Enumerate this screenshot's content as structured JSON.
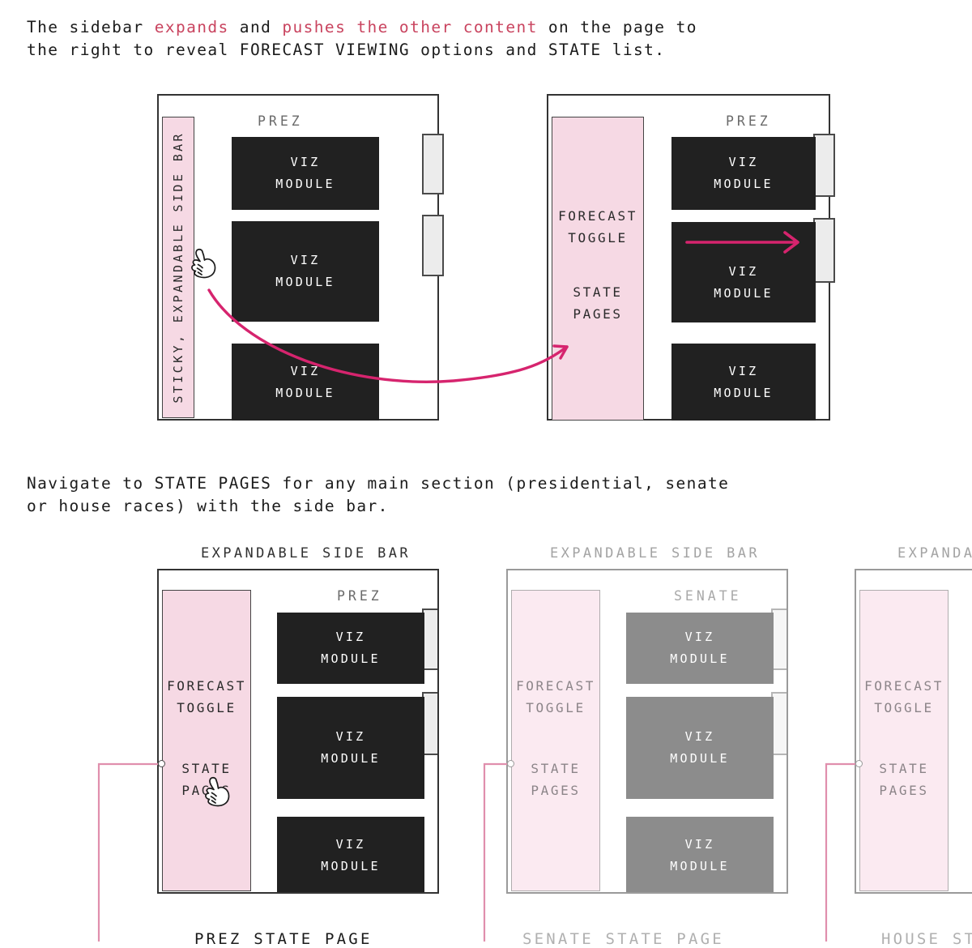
{
  "colors": {
    "accent_pink": "#c9445f",
    "arrow_pink": "#d6246e",
    "connector_pink": "#e08fad",
    "sidebar_pink": "#f6d9e4",
    "sidebar_pink_faded": "#fbeaf1",
    "module_dark": "#212121",
    "module_faded": "#8c8c8c",
    "tab_gray": "#ececec",
    "border_dark": "#333333",
    "border_faded": "#9a9a9a",
    "title_gray": "#6a6a6a"
  },
  "paragraphs": {
    "first": {
      "line1_a": "The sidebar ",
      "line1_hl1": "expands",
      "line1_b": " and ",
      "line1_hl2": "pushes the other content",
      "line1_c": " on the page to",
      "line2": "the right to reveal FORECAST VIEWING options and STATE list."
    },
    "second": {
      "line1": "Navigate to STATE PAGES for any main section (presidential, senate",
      "line2": "or house races) with the side bar."
    }
  },
  "top_row": {
    "panel_collapsed": {
      "sidebar_vertical_label": "STICKY, EXPANDABLE SIDE BAR",
      "section_title": "PREZ",
      "modules": [
        "VIZ\nMODULE",
        "VIZ\nMODULE",
        "VIZ\nMODULE"
      ],
      "tabs_count": 2,
      "cursor": "pointing-hand"
    },
    "panel_expanded": {
      "sidebar_labels": [
        "FORECAST\nTOGGLE",
        "STATE\nPAGES"
      ],
      "section_title": "PREZ",
      "modules": [
        "VIZ\nMODULE",
        "VIZ\nMODULE",
        "VIZ\nMODULE"
      ],
      "tabs_count": 2,
      "arrow": "right-arrow"
    }
  },
  "bottom_row": {
    "panels": [
      {
        "caption": "EXPANDABLE SIDE BAR",
        "section_title": "PREZ",
        "sidebar_labels": [
          "FORECAST\nTOGGLE",
          "STATE\nPAGES"
        ],
        "modules": [
          "VIZ\nMODULE",
          "VIZ\nMODULE",
          "VIZ\nMODULE"
        ],
        "bottom_caption": "PREZ STATE PAGE",
        "faded": false,
        "cursor": "pointing-hand"
      },
      {
        "caption": "EXPANDABLE SIDE BAR",
        "section_title": "SENATE",
        "sidebar_labels": [
          "FORECAST\nTOGGLE",
          "STATE\nPAGES"
        ],
        "modules": [
          "VIZ\nMODULE",
          "VIZ\nMODULE",
          "VIZ\nMODULE"
        ],
        "bottom_caption": "SENATE STATE PAGE",
        "faded": true
      },
      {
        "caption": "EXPANDAB",
        "section_title": "",
        "sidebar_labels": [
          "FORECAST\nTOGGLE",
          "STATE\nPAGES"
        ],
        "modules": [],
        "bottom_caption": "HOUSE STA",
        "faded": true
      }
    ]
  }
}
